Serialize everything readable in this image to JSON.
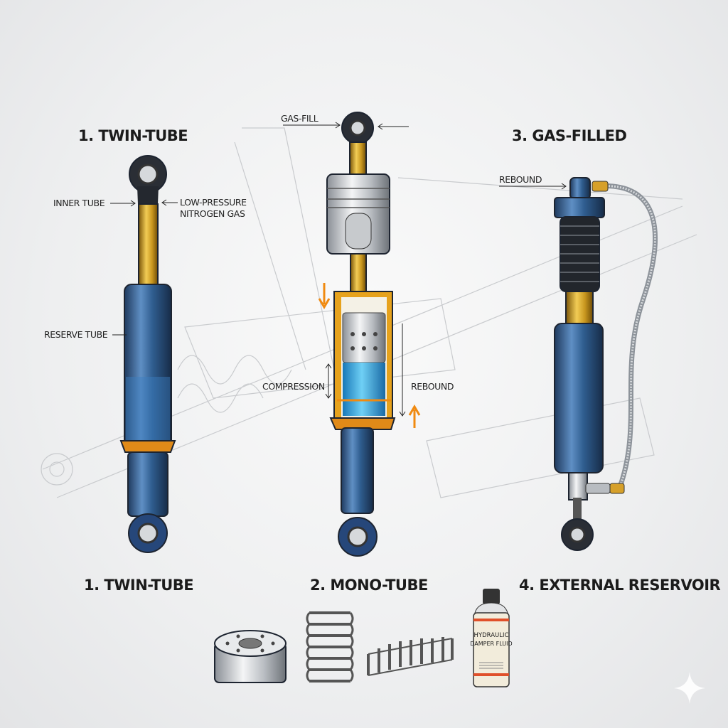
{
  "titles": {
    "top_left": "1. TWIN-TUBE",
    "top_right": "3. GAS-FILLED",
    "bottom_1": "1.  TWIN-TUBE",
    "bottom_2": "2. MONO-TUBE",
    "bottom_4": "4. EXTERNAL RESERVOIR"
  },
  "labels": {
    "gas_fill": "GAS-FILL",
    "inner_tube": "INNER TUBE",
    "low_pressure_1": "LOW-PRESSURE",
    "low_pressure_2": "NITROGEN GAS",
    "reserve_tube": "RESERVE TUBE",
    "compression": "COMPRESSION",
    "rebound_mono": "REBOUND",
    "rebound_gas": "REBOUND"
  },
  "bottle": {
    "line1": "HYDRAULIC",
    "line2": "DAMPER FLUID"
  },
  "colors": {
    "body_blue": "#2f5d8f",
    "rod_gold": "#c9971f",
    "accent_orange": "#f08a10",
    "fluid_blue": "#29a8e0"
  }
}
